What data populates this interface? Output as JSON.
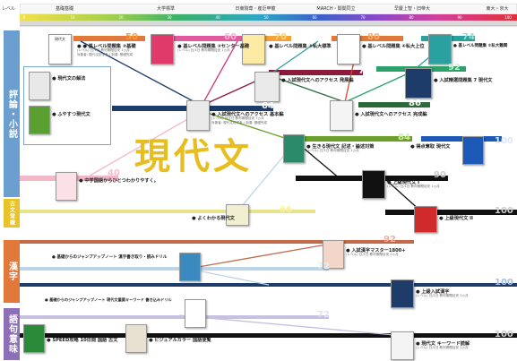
{
  "header": {
    "corner_label": "レベル",
    "ranges": [
      {
        "label": "基礎基礎"
      },
      {
        "label": "大学標準"
      },
      {
        "label": "日東駒専・産近甲龍"
      },
      {
        "label": "MARCH・関関同立"
      },
      {
        "label": "早慶上智・旧帝大"
      },
      {
        "label": "東大・京大"
      }
    ],
    "scale_numbers": [
      "0",
      "10",
      "20",
      "30",
      "40",
      "50",
      "60",
      "70",
      "80",
      "90",
      "100"
    ]
  },
  "categories": [
    {
      "label": "評論・小説",
      "color": "#6a9fd0"
    },
    {
      "label": "古文常識",
      "color": "#e8c32a"
    },
    {
      "label": "漢字",
      "color": "#e2783a"
    },
    {
      "label": "語句意味",
      "color": "#8d6fb8"
    }
  ],
  "main_title": "現代文",
  "books": [
    {
      "title": "● 基レベル問題集 ②基礎",
      "level": "50"
    },
    {
      "title": "基レベル問題集 ②センター基礎",
      "level": "60"
    },
    {
      "title": "基レベル問題集 ③私大標準",
      "level": "70"
    },
    {
      "title": "基レベル問題集 ④私大上位",
      "level": "80"
    },
    {
      "title": "基レベル問題集 ⑤私大難関",
      "level": "74"
    },
    {
      "title": "入試現代文へのアクセス 発展編",
      "level": "78"
    },
    {
      "title": "入試精選問題集 7 現代文",
      "level": "92"
    },
    {
      "title": "入試現代文へのアクセス 基本編",
      "level": "64"
    },
    {
      "title": "入試現代文へのアクセス 完成編",
      "level": "86"
    },
    {
      "title": "現代文の解法",
      "level": ""
    },
    {
      "title": "ふやすつ現代文",
      "level": ""
    },
    {
      "title": "生きる現代文 記述・論述対策",
      "level": "84"
    },
    {
      "title": "得点奪取 現代文",
      "level": "100"
    },
    {
      "title": "中学国語からひとつわかりやすく。",
      "level": "40"
    },
    {
      "title": "上級現代文 I",
      "level": "90"
    },
    {
      "title": "よくわかる現代文",
      "level": "66"
    },
    {
      "title": "上級現代文 II",
      "level": "100"
    },
    {
      "title": "入試漢字マスター1800+",
      "level": "92"
    },
    {
      "title": "基礎からのジャンプアップノート 漢字書き取り・読みドリル",
      "level": "72"
    },
    {
      "title": "上級入試漢字",
      "level": "100"
    },
    {
      "title": "基礎からのジャンプアップノート 現代文重要キーワード 書き込みドリル",
      "level": "72"
    },
    {
      "title": "SPEED攻略 10日間 国語 古文",
      "level": ""
    },
    {
      "title": "ビジュアルカラー 国語便覧",
      "level": ""
    },
    {
      "title": "現代文 キーワード読解",
      "level": "100"
    }
  ],
  "subtexts": {
    "price": "(レベル) 日/1日 教材期間目安 1ヵ月",
    "meta": "対象者: 現代文初学者 / 到達: 基礎完成"
  }
}
